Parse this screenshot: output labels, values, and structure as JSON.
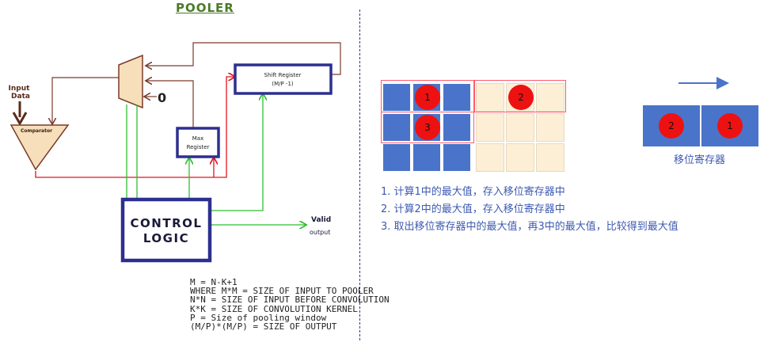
{
  "title": "POOLER",
  "diagram": {
    "input_label_1": "Input",
    "input_label_2": "Data",
    "comparator_label": "Comparator",
    "mux_zero": "0",
    "shift_register_line1": "Shift Register",
    "shift_register_line2": "(M/P -1)",
    "max_register_line1": "Max",
    "max_register_line2": "Register",
    "control_logic_line1": "CONTROL",
    "control_logic_line2": "LOGIC",
    "valid_line1": "Valid",
    "valid_line2": "output"
  },
  "notes": [
    "M = N-K+1",
    "WHERE M*M = SIZE OF INPUT TO POOLER",
    "N*N = SIZE OF INPUT BEFORE CONVOLUTION",
    "K*K = SIZE OF CONVOLUTION KERNEL",
    "P = Size of pooling window",
    "(M/P)*(M/P) = SIZE OF OUTPUT"
  ],
  "grid": {
    "badge_1": "1",
    "badge_2": "2",
    "badge_3": "3"
  },
  "shift_register": {
    "badge_left": "2",
    "badge_right": "1",
    "caption": "移位寄存器"
  },
  "steps": [
    "1. 计算1中的最大值，存入移位寄存器中",
    "2. 计算2中的最大值，存入移位寄存器中",
    "3. 取出移位寄存器中的最大值，再3中的最大值，比较得到最大值"
  ],
  "colors": {
    "brown": "#7a3b2a",
    "red": "#e0141e",
    "green": "#2fbf2f",
    "navy": "#2d2f8f",
    "blue": "#4a74c9",
    "beige": "#fcefd6"
  }
}
